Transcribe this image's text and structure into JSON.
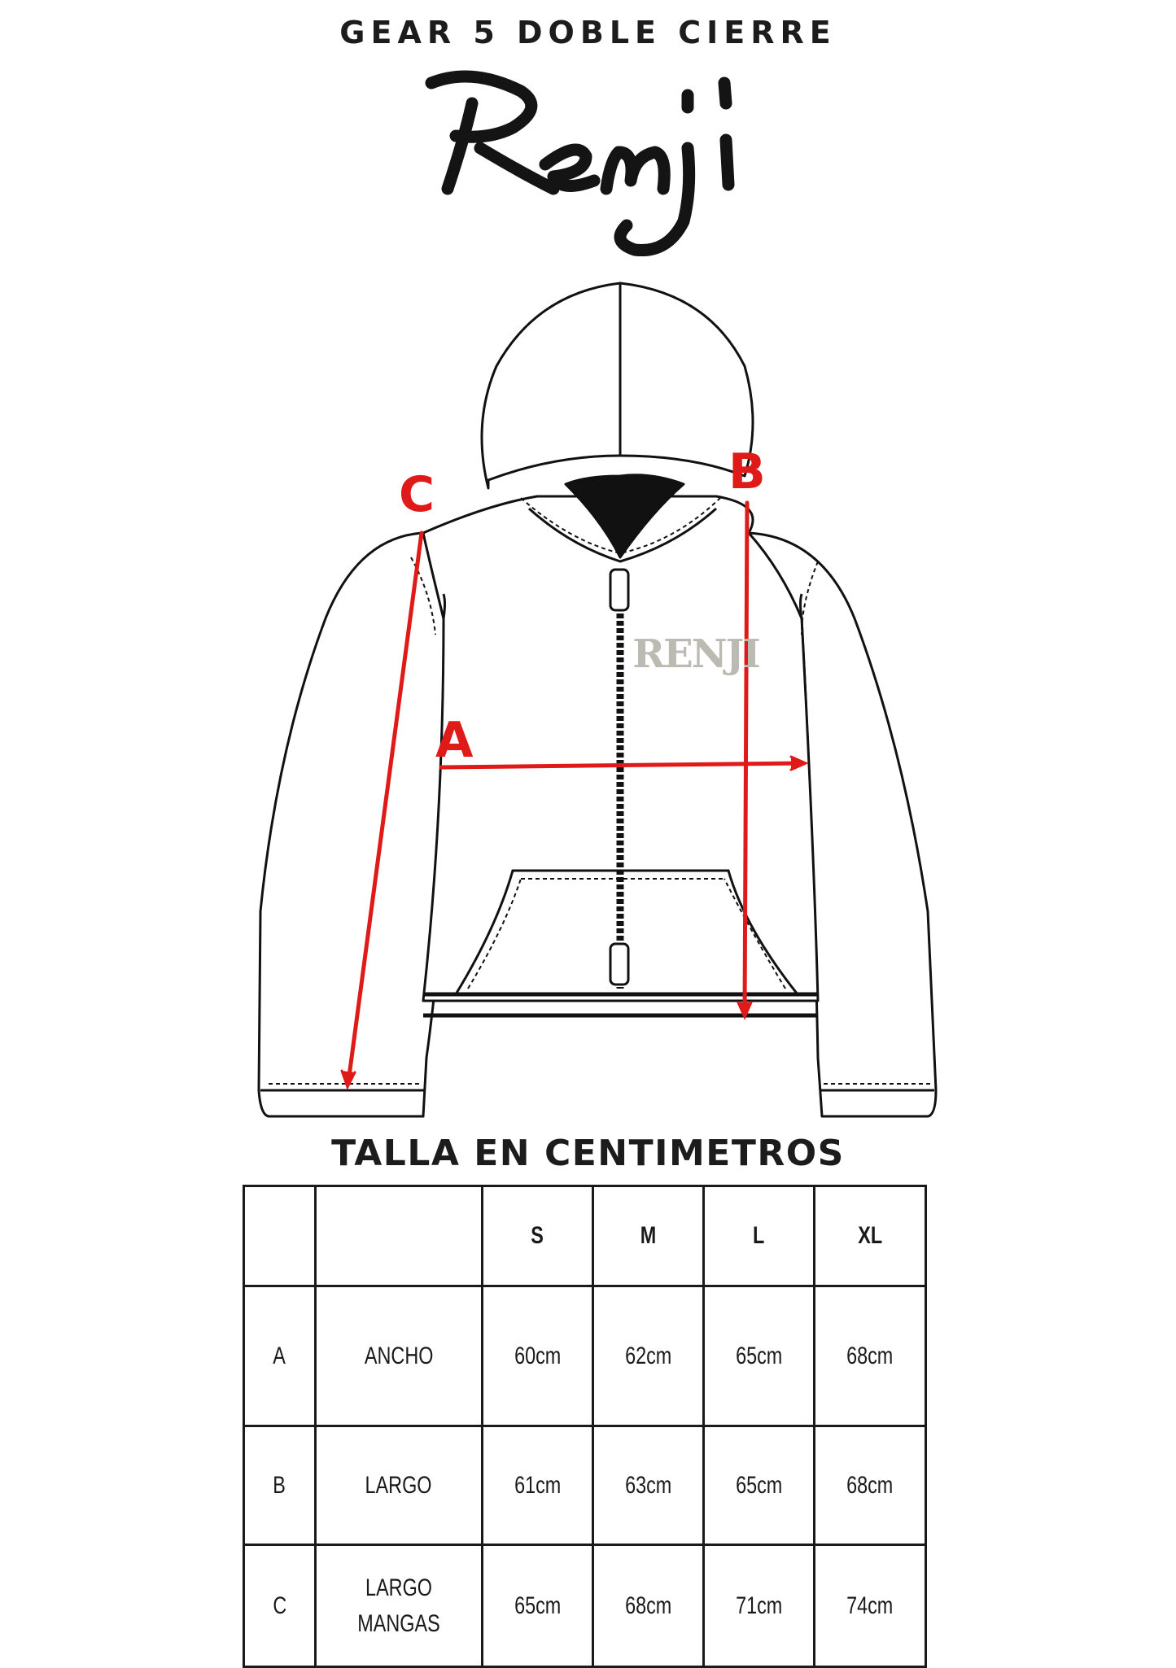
{
  "header": {
    "title": "GEAR 5 DOBLE CIERRE"
  },
  "brand": {
    "logo_text": "Renji",
    "chest_print_text": "RENJI"
  },
  "diagram": {
    "labels": {
      "a": "A",
      "b": "B",
      "c": "C"
    },
    "colors": {
      "outline": "#111111",
      "measure_arrow": "#e01919",
      "label": "#e01919",
      "chest_print": "#bdb9b3"
    }
  },
  "size_table": {
    "title": "TALLA EN CENTIMETROS",
    "headers": [
      "",
      "",
      "S",
      "M",
      "L",
      "XL"
    ],
    "rows": [
      {
        "code": "A",
        "measure": "ANCHO",
        "values": [
          "60cm",
          "62cm",
          "65cm",
          "68cm"
        ]
      },
      {
        "code": "B",
        "measure": "LARGO",
        "values": [
          "61cm",
          "63cm",
          "65cm",
          "68cm"
        ]
      },
      {
        "code": "C",
        "measure": "LARGO\nMANGAS",
        "values": [
          "65cm",
          "68cm",
          "71cm",
          "74cm"
        ]
      }
    ]
  }
}
